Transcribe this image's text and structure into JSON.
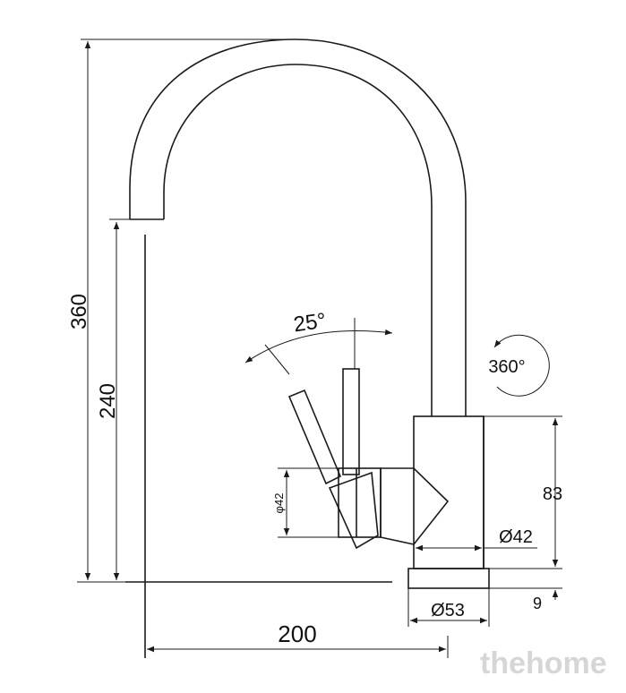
{
  "dimensions": {
    "total_height": "360",
    "spout_height": "240",
    "lever_angle": "25°",
    "swivel": "360°",
    "handle_diameter": "φ42",
    "body_height": "83",
    "body_diameter": "Ø42",
    "base_diameter": "Ø53",
    "base_thickness": "9",
    "spout_reach": "200"
  },
  "watermark": "thehome",
  "colors": {
    "line": "#1a1a1a",
    "watermark": "#d6d6d6"
  }
}
